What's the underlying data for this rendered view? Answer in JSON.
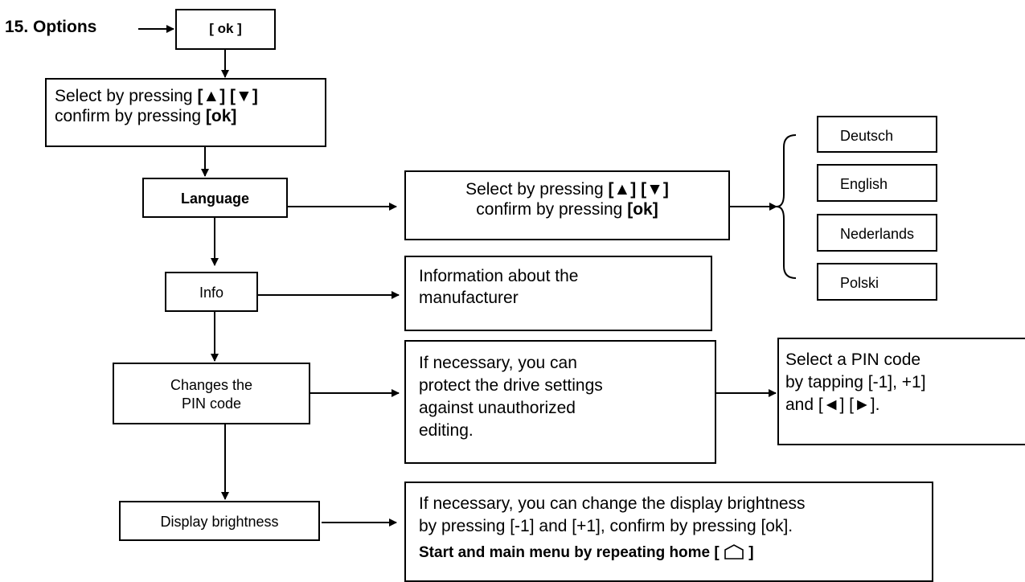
{
  "heading": "15. Options",
  "ok_box": "[ ok ]",
  "select_box": {
    "line1_text": "Select by pressing ",
    "line1_keys": "[▲] [▼]",
    "line2_text": "confirm by pressing ",
    "line2_key": "[ok]"
  },
  "language": {
    "label": "Language",
    "select_line1_text": "Select by pressing ",
    "select_line1_keys": "[▲] [▼]",
    "select_line2_text": "confirm by pressing ",
    "select_line2_key": "[ok]",
    "options": [
      "Deutsch",
      "English",
      "Nederlands",
      "Polski"
    ]
  },
  "info": {
    "label": "Info",
    "desc_line1": "Information about the",
    "desc_line2": "manufacturer"
  },
  "pin": {
    "label_line1": "Changes the",
    "label_line2": "PIN code",
    "desc_line1": "If necessary, you can",
    "desc_line2": "protect the drive settings",
    "desc_line3": "against unauthorized",
    "desc_line4": "editing.",
    "select_line1": "Select a PIN code",
    "select_line2": "by tapping [-1], +1]",
    "select_line3": "and [◄] [►]."
  },
  "brightness": {
    "label": "Display brightness",
    "desc_line1": "If necessary, you can change the display brightness",
    "desc_line2": "by pressing [-1] and [+1], confirm by pressing [ok].",
    "desc_line3": "Start and main menu by repeating home [",
    "desc_line3_end": "]",
    "home_icon": "home-icon"
  }
}
